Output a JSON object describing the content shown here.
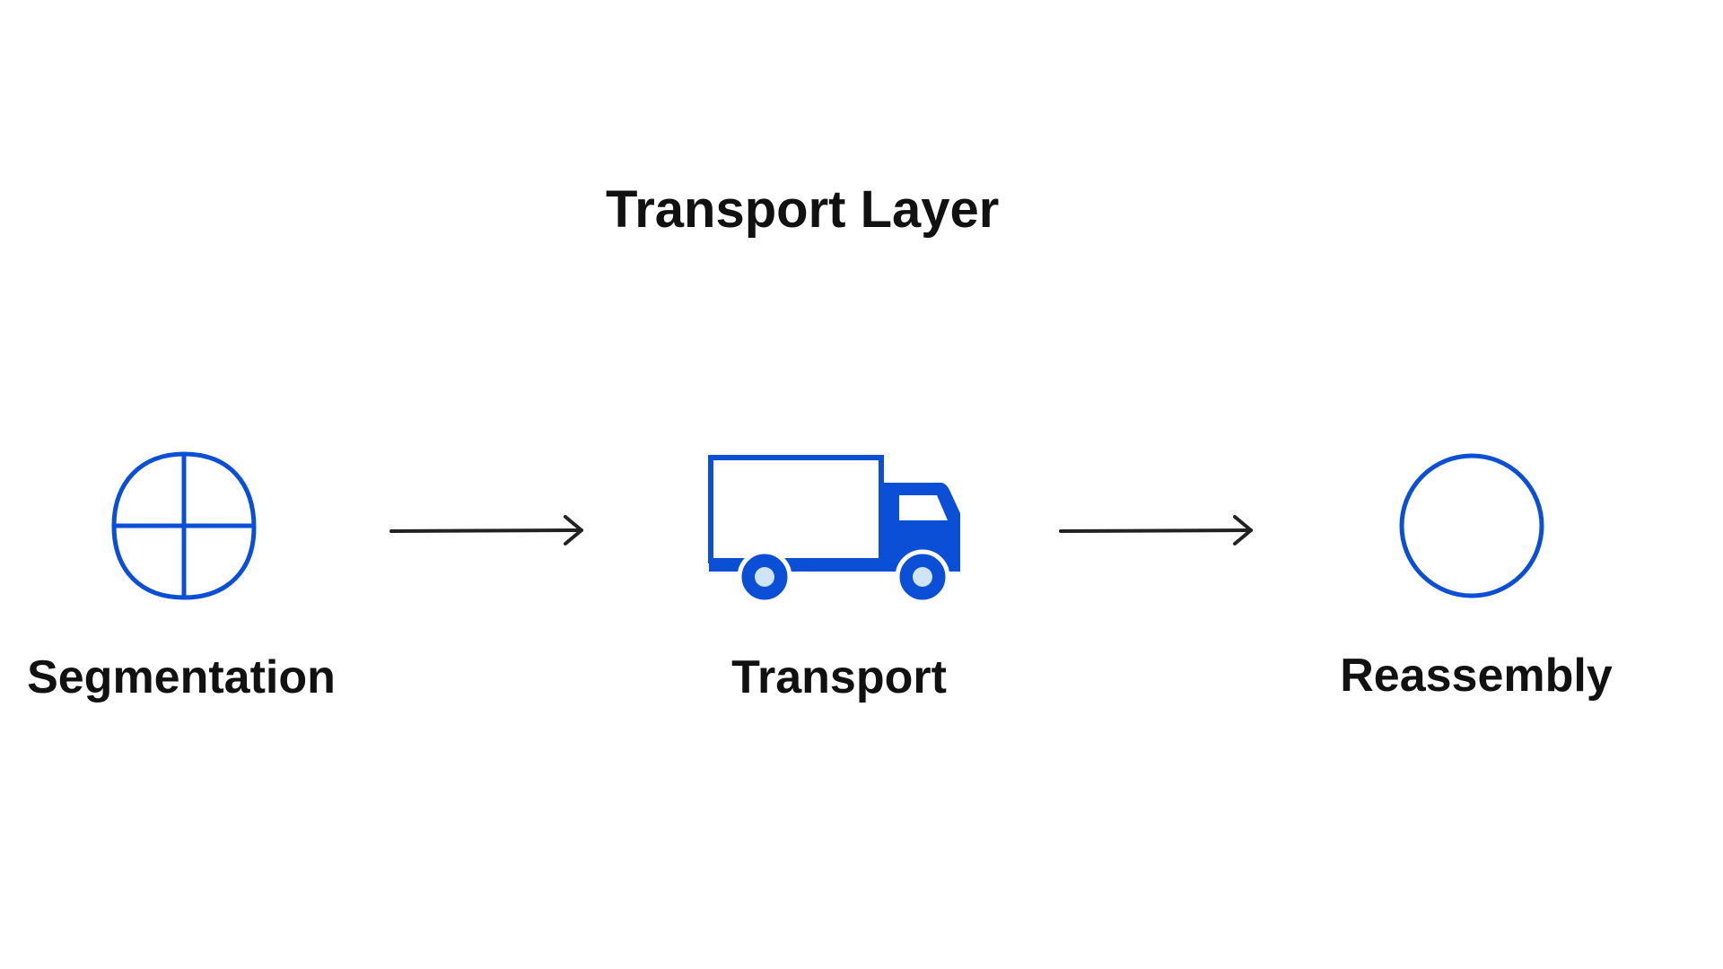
{
  "title": "Transport Layer",
  "colors": {
    "accent": "#0a4fd6",
    "text": "#111111",
    "arrow": "#222222",
    "wheel_hub": "#cfe4f7"
  },
  "steps": [
    {
      "label": "Segmentation",
      "icon": "segmented-circle-icon"
    },
    {
      "label": "Transport",
      "icon": "truck-icon"
    },
    {
      "label": "Reassembly",
      "icon": "circle-icon"
    }
  ],
  "connectors": [
    "arrow-right-icon",
    "arrow-right-icon"
  ]
}
